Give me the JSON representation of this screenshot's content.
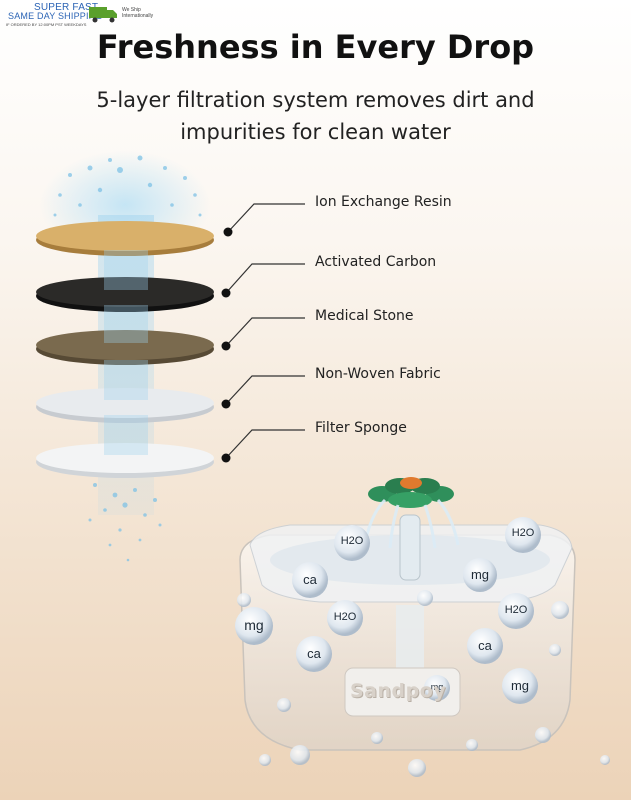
{
  "badge": {
    "line1": "SUPER FAST",
    "line2": "SAME DAY SHIPPING",
    "line3": "IF ORDERED BY 12:00PM PST WEEKDAYS",
    "ship_note": "We Ship Internationally"
  },
  "title": "Freshness in Every Drop",
  "subtitle": "5-layer filtration system removes dirt and impurities for clean water",
  "layers": [
    {
      "label": "Ion Exchange Resin",
      "color": "#d9b06a"
    },
    {
      "label": "Activated Carbon",
      "color": "#2b2a28"
    },
    {
      "label": "Medical Stone",
      "color": "#7a6a4e"
    },
    {
      "label": "Non-Woven Fabric",
      "color": "#e8ebee"
    },
    {
      "label": "Filter Sponge",
      "color": "#f3f4f5"
    }
  ],
  "product": {
    "brand": "Sandpoy",
    "ions": [
      "H2O",
      "H2O",
      "ca",
      "mg",
      "H2O",
      "mg",
      "H2O",
      "ca",
      "ca",
      "mg",
      "mg"
    ]
  }
}
